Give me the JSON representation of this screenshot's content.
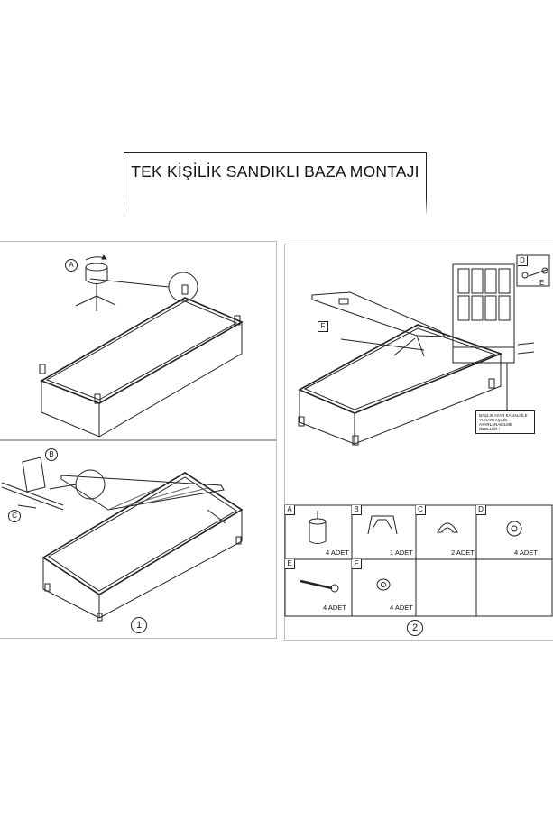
{
  "title": "TEK KİŞİLİK SANDIKLI BAZA MONTAJI",
  "steps": {
    "one": "1",
    "two": "2"
  },
  "callouts": {
    "a": "A",
    "b": "B",
    "c": "C"
  },
  "headboard_labels": {
    "d": "D",
    "e": "E",
    "f": "F"
  },
  "note_text": "BAŞLIK AYAR KANALI İLE YUKARI AŞAĞI AYARLANABİLME ÖZELLİĞİ !",
  "parts": [
    {
      "letter": "A",
      "qty": "4 ADET"
    },
    {
      "letter": "B",
      "qty": "1 ADET"
    },
    {
      "letter": "C",
      "qty": "2 ADET"
    },
    {
      "letter": "D",
      "qty": "4 ADET"
    },
    {
      "letter": "E",
      "qty": "4 ADET"
    },
    {
      "letter": "F",
      "qty": "4 ADET"
    }
  ]
}
